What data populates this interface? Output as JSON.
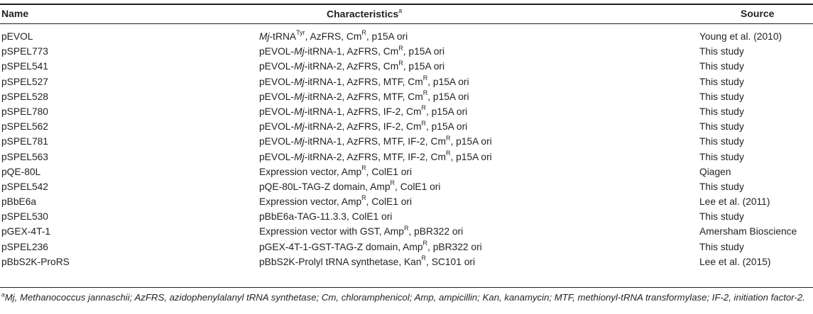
{
  "headers": {
    "name": "Name",
    "characteristics": "Characteristics",
    "characteristics_sup": "a",
    "source": "Source"
  },
  "rows": [
    {
      "name": "pEVOL",
      "pre": "",
      "italic": "Mj",
      "mid": "-tRNA",
      "sup1": "Tyr",
      "mid2": ", AzFRS, Cm",
      "sup2": "R",
      "post": ", p15A ori",
      "source": "Young et al. (2010)"
    },
    {
      "name": "pSPEL773",
      "pre": "pEVOL-",
      "italic": "Mj",
      "mid": "-itRNA-1, AzFRS, Cm",
      "sup1": "R",
      "mid2": ", p15A ori",
      "sup2": "",
      "post": "",
      "source": "This study"
    },
    {
      "name": "pSPEL541",
      "pre": "pEVOL-",
      "italic": "Mj",
      "mid": "-itRNA-2, AzFRS, Cm",
      "sup1": "R",
      "mid2": ", p15A ori",
      "sup2": "",
      "post": "",
      "source": "This study"
    },
    {
      "name": "pSPEL527",
      "pre": "pEVOL-",
      "italic": "Mj",
      "mid": "-itRNA-1, AzFRS, MTF, Cm",
      "sup1": "R",
      "mid2": ", p15A ori",
      "sup2": "",
      "post": "",
      "source": "This study"
    },
    {
      "name": "pSPEL528",
      "pre": "pEVOL-",
      "italic": "Mj",
      "mid": "-itRNA-2, AzFRS, MTF, Cm",
      "sup1": "R",
      "mid2": ", p15A ori",
      "sup2": "",
      "post": "",
      "source": "This study"
    },
    {
      "name": "pSPEL780",
      "pre": "pEVOL-",
      "italic": "Mj",
      "mid": "-itRNA-1, AzFRS, IF-2, Cm",
      "sup1": "R",
      "mid2": ", p15A ori",
      "sup2": "",
      "post": "",
      "source": "This study"
    },
    {
      "name": "pSPEL562",
      "pre": "pEVOL-",
      "italic": "Mj",
      "mid": "-itRNA-2, AzFRS, IF-2, Cm",
      "sup1": "R",
      "mid2": ", p15A ori",
      "sup2": "",
      "post": "",
      "source": "This study"
    },
    {
      "name": "pSPEL781",
      "pre": "pEVOL-",
      "italic": "Mj",
      "mid": "-itRNA-1, AzFRS, MTF, IF-2, Cm",
      "sup1": "R",
      "mid2": ", p15A ori",
      "sup2": "",
      "post": "",
      "source": "This study"
    },
    {
      "name": "pSPEL563",
      "pre": "pEVOL-",
      "italic": "Mj",
      "mid": "-itRNA-2, AzFRS, MTF, IF-2, Cm",
      "sup1": "R",
      "mid2": ", p15A ori",
      "sup2": "",
      "post": "",
      "source": "This study"
    },
    {
      "name": "pQE-80L",
      "pre": "Expression vector, Amp",
      "italic": "",
      "mid": "",
      "sup1": "R",
      "mid2": ", ColE1 ori",
      "sup2": "",
      "post": "",
      "source": "Qiagen"
    },
    {
      "name": "pSPEL542",
      "pre": "pQE-80L-TAG-Z domain, Amp",
      "italic": "",
      "mid": "",
      "sup1": "R",
      "mid2": ", ColE1 ori",
      "sup2": "",
      "post": "",
      "source": "This study"
    },
    {
      "name": "pBbE6a",
      "pre": "Expression vector, Amp",
      "italic": "",
      "mid": "",
      "sup1": "R",
      "mid2": ", ColE1 ori",
      "sup2": "",
      "post": "",
      "source": "Lee et al. (2011)"
    },
    {
      "name": "pSPEL530",
      "pre": "pBbE6a-TAG-11.3.3, ColE1 ori",
      "italic": "",
      "mid": "",
      "sup1": "",
      "mid2": "",
      "sup2": "",
      "post": "",
      "source": "This study"
    },
    {
      "name": "pGEX-4T-1",
      "pre": "Expression vector with GST, Amp",
      "italic": "",
      "mid": "",
      "sup1": "R",
      "mid2": ", pBR322 ori",
      "sup2": "",
      "post": "",
      "source": "Amersham Bioscience"
    },
    {
      "name": "pSPEL236",
      "pre": "pGEX-4T-1-GST-TAG-Z domain, Amp",
      "italic": "",
      "mid": "",
      "sup1": "R",
      "mid2": ", pBR322 ori",
      "sup2": "",
      "post": "",
      "source": "This study"
    },
    {
      "name": "pBbS2K-ProRS",
      "pre": "pBbS2K-Prolyl tRNA synthetase, Kan",
      "italic": "",
      "mid": "",
      "sup1": "R",
      "mid2": ", SC101 ori",
      "sup2": "",
      "post": "",
      "source": "Lee et al. (2015)"
    }
  ],
  "footnote": {
    "marker": "a",
    "text": "Mj, Methanococcus jannaschii; AzFRS, azidophenylalanyl tRNA synthetase; Cm, chloramphenicol; Amp, ampicillin; Kan, kanamycin; MTF, methionyl-tRNA transformylase; IF-2, initiation factor-2."
  }
}
